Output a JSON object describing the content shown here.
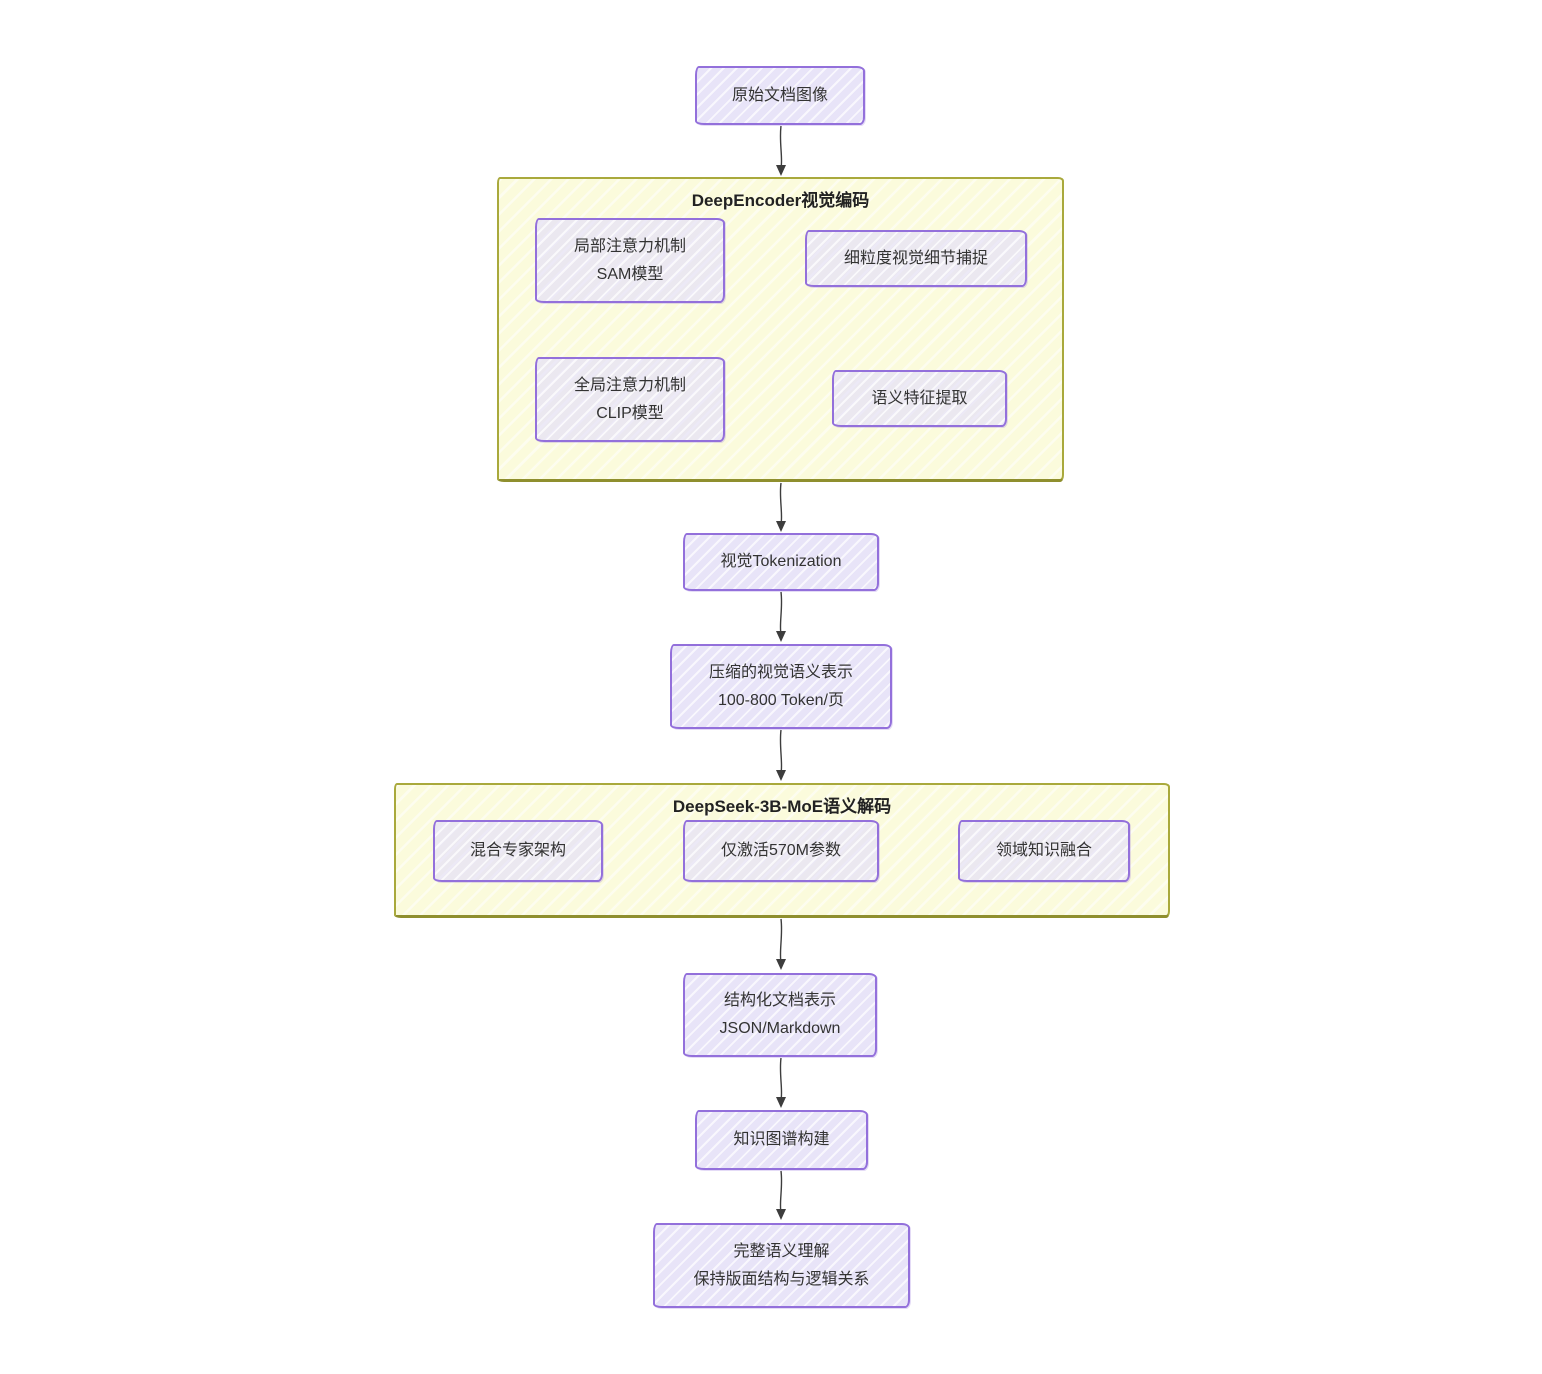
{
  "diagram": {
    "type": "flowchart",
    "style": "hand-drawn",
    "background": "#ffffff",
    "colors": {
      "node_fill": "#e8e4f8",
      "node_border": "#9370db",
      "cluster_fill": "#fbfbdc",
      "cluster_border": "#a9a93c",
      "edge": "#3d3d3d",
      "text": "#333333"
    },
    "clusters": {
      "encoder": {
        "title": "DeepEncoder视觉编码"
      },
      "decoder": {
        "title": "DeepSeek-3B-MoE语义解码"
      }
    },
    "nodes": {
      "source": {
        "lines": [
          "原始文档图像"
        ]
      },
      "sam": {
        "lines": [
          "局部注意力机制",
          "SAM模型"
        ]
      },
      "fine_detail": {
        "lines": [
          "细粒度视觉细节捕捉"
        ]
      },
      "clip": {
        "lines": [
          "全局注意力机制",
          "CLIP模型"
        ]
      },
      "semantic_extract": {
        "lines": [
          "语义特征提取"
        ]
      },
      "tokenization": {
        "lines": [
          "视觉Tokenization"
        ]
      },
      "compressed": {
        "lines": [
          "压缩的视觉语义表示",
          "100-800 Token/页"
        ]
      },
      "moe": {
        "lines": [
          "混合专家架构"
        ]
      },
      "active_params": {
        "lines": [
          "仅激活570M参数"
        ]
      },
      "domain_fusion": {
        "lines": [
          "领域知识融合"
        ]
      },
      "structured": {
        "lines": [
          "结构化文档表示",
          "JSON/Markdown"
        ]
      },
      "knowledge_graph": {
        "lines": [
          "知识图谱构建"
        ]
      },
      "final": {
        "lines": [
          "完整语义理解",
          "保持版面结构与逻辑关系"
        ]
      }
    },
    "edges": [
      {
        "from": "source",
        "to": "cluster_encoder"
      },
      {
        "from": "sam",
        "to": "fine_detail"
      },
      {
        "from": "clip",
        "to": "semantic_extract"
      },
      {
        "from": "cluster_encoder",
        "to": "tokenization"
      },
      {
        "from": "tokenization",
        "to": "compressed"
      },
      {
        "from": "compressed",
        "to": "cluster_decoder"
      },
      {
        "from": "moe",
        "to": "active_params"
      },
      {
        "from": "active_params",
        "to": "domain_fusion"
      },
      {
        "from": "cluster_decoder",
        "to": "structured"
      },
      {
        "from": "structured",
        "to": "knowledge_graph"
      },
      {
        "from": "knowledge_graph",
        "to": "final"
      }
    ]
  }
}
